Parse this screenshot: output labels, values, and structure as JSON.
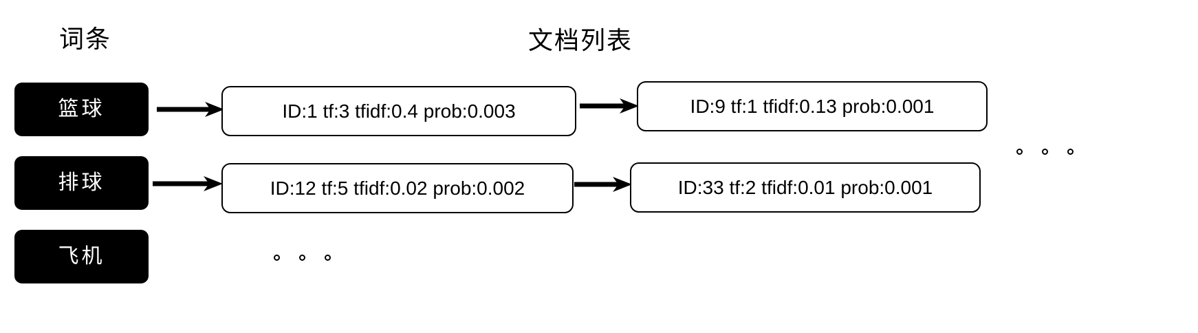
{
  "headings": {
    "terms": "词条",
    "documents": "文档列表"
  },
  "colors": {
    "term_box_background": "#000000",
    "term_box_text": "#ffffff",
    "doc_box_background": "#ffffff",
    "doc_box_border": "#000000",
    "doc_box_text": "#000000",
    "page_background": "#ffffff",
    "arrow": "#000000"
  },
  "rows": [
    {
      "term": "篮球",
      "documents": [
        {
          "text": "ID:1 tf:3 tfidf:0.4 prob:0.003",
          "id": "1",
          "tf": "3",
          "tfidf": "0.4",
          "prob": "0.003"
        },
        {
          "text": "ID:9 tf:1 tfidf:0.13 prob:0.001",
          "id": "9",
          "tf": "1",
          "tfidf": "0.13",
          "prob": "0.001"
        }
      ]
    },
    {
      "term": "排球",
      "documents": [
        {
          "text": "ID:12 tf:5 tfidf:0.02 prob:0.002",
          "id": "12",
          "tf": "5",
          "tfidf": "0.02",
          "prob": "0.002"
        },
        {
          "text": "ID:33 tf:2 tfidf:0.01 prob:0.001",
          "id": "33",
          "tf": "2",
          "tfidf": "0.01",
          "prob": "0.001"
        }
      ]
    },
    {
      "term": "飞机",
      "documents": []
    }
  ],
  "ellipsis": {
    "right_count": 3,
    "bottom_count": 3,
    "glyph": "hollow-circle"
  }
}
